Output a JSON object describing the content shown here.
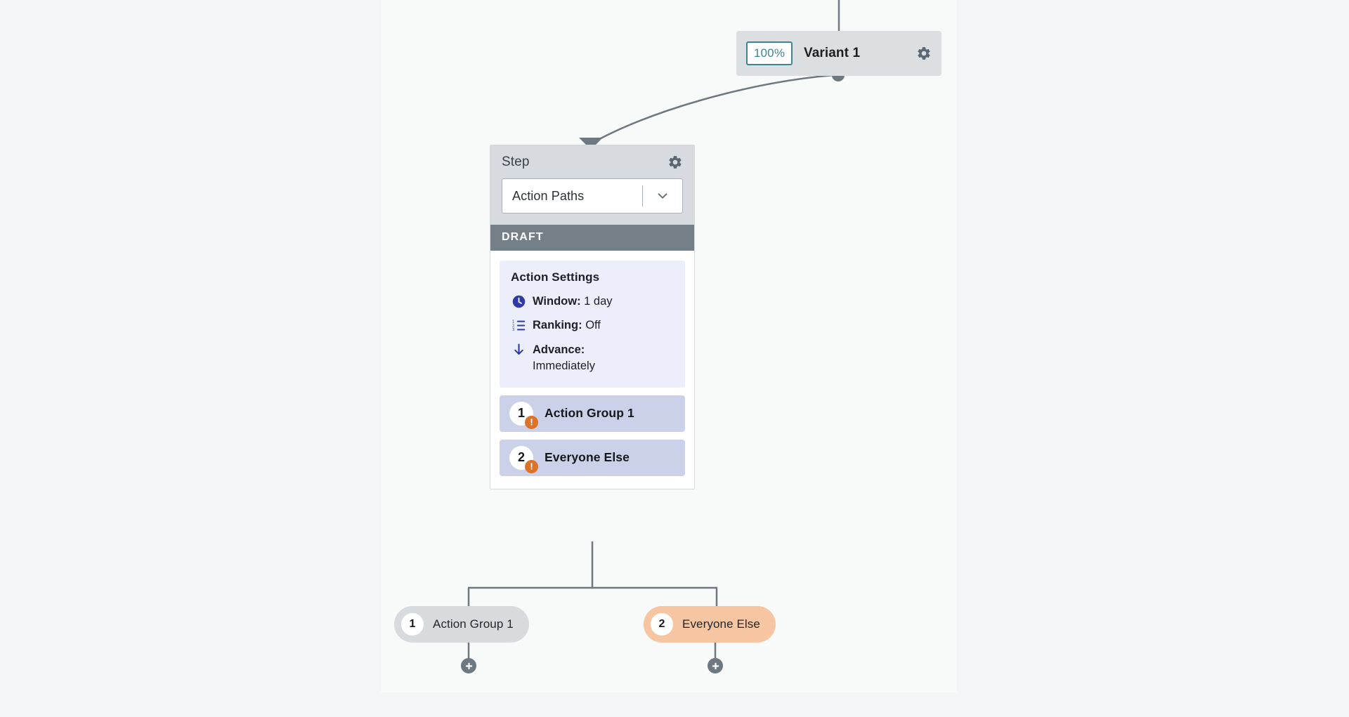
{
  "canvas": {
    "background_color": "#f8f9f9",
    "page_background_color": "#f4f5f6"
  },
  "variant_node": {
    "name": "Variant 1",
    "percent": "100%",
    "accent_color": "#3d8494",
    "header_color": "#dcdfe2",
    "gear_icon": "gear-icon",
    "gear_label": "Variant settings"
  },
  "step_card": {
    "header_label": "Step",
    "gear_icon": "gear-icon",
    "gear_label": "Step settings",
    "step_type": "Action Paths",
    "dropdown_icon": "chevron-down-icon",
    "status_badge": "DRAFT",
    "status_color": "#757f87",
    "settings": {
      "title": "Action Settings",
      "rows": [
        {
          "icon": "clock-icon",
          "label": "Window:",
          "value": "1 day",
          "wrap": false
        },
        {
          "icon": "numbered-list-icon",
          "label": "Ranking:",
          "value": "Off",
          "wrap": false
        },
        {
          "icon": "down-arrow-icon",
          "label": "Advance:",
          "value": "Immediately",
          "wrap": true
        }
      ]
    },
    "groups": [
      {
        "number": "1",
        "label": "Action Group 1",
        "warning_icon": "warning-icon",
        "warning_glyph": "!",
        "warning_color": "#dd7327"
      },
      {
        "number": "2",
        "label": "Everyone Else",
        "warning_icon": "warning-icon",
        "warning_glyph": "!",
        "warning_color": "#dd7327"
      }
    ]
  },
  "branches": [
    {
      "number": "1",
      "label": "Action Group 1",
      "color": "#d8dbde",
      "add_icon": "plus-icon",
      "add_label": "Add step to Action Group 1"
    },
    {
      "number": "2",
      "label": "Everyone Else",
      "color": "#f6c5a1",
      "add_icon": "plus-icon",
      "add_label": "Add step to Everyone Else"
    }
  ],
  "connectors": {
    "line_color": "#6d7880",
    "arrow_icon": "arrowhead-icon",
    "source_dot_icon": "connector-dot-icon"
  }
}
